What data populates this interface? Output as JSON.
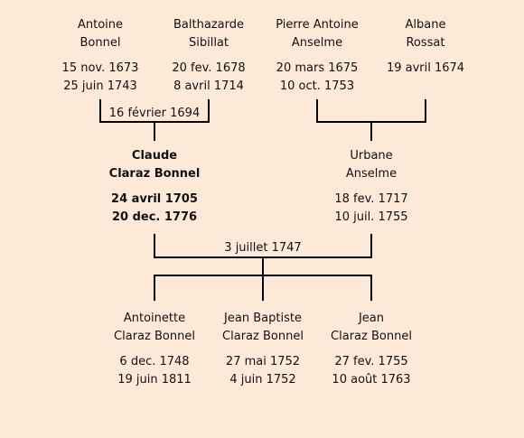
{
  "people": {
    "antoine": {
      "first": "Antoine",
      "last": "Bonnel",
      "birth": "15 nov. 1673",
      "death": "25 juin 1743"
    },
    "balthazarde": {
      "first": "Balthazarde",
      "last": "Sibillat",
      "birth": "20 fev. 1678",
      "death": "8 avril 1714"
    },
    "pierre": {
      "first": "Pierre Antoine",
      "last": "Anselme",
      "birth": "20 mars 1675",
      "death": "10 oct. 1753"
    },
    "albane": {
      "first": "Albane",
      "last": "Rossat",
      "birth": "19 avril 1674",
      "death": ""
    },
    "claude": {
      "first": "Claude",
      "last": "Claraz Bonnel",
      "birth": "24 avril 1705",
      "death": "20 dec. 1776"
    },
    "urbane": {
      "first": "Urbane",
      "last": "Anselme",
      "birth": "18 fev. 1717",
      "death": "10 juil. 1755"
    },
    "antoinette": {
      "first": "Antoinette",
      "last": "Claraz Bonnel",
      "birth": "6 dec. 1748",
      "death": "19 juin 1811"
    },
    "jeanbaptiste": {
      "first": "Jean Baptiste",
      "last": "Claraz Bonnel",
      "birth": "27 mai 1752",
      "death": "4 juin 1752"
    },
    "jean": {
      "first": "Jean",
      "last": "Claraz Bonnel",
      "birth": "27 fev. 1755",
      "death": "10 août 1763"
    }
  },
  "marriages": {
    "bonnel_sibillat": "16 février 1694",
    "claude_urbane": "3 juillet 1747"
  }
}
